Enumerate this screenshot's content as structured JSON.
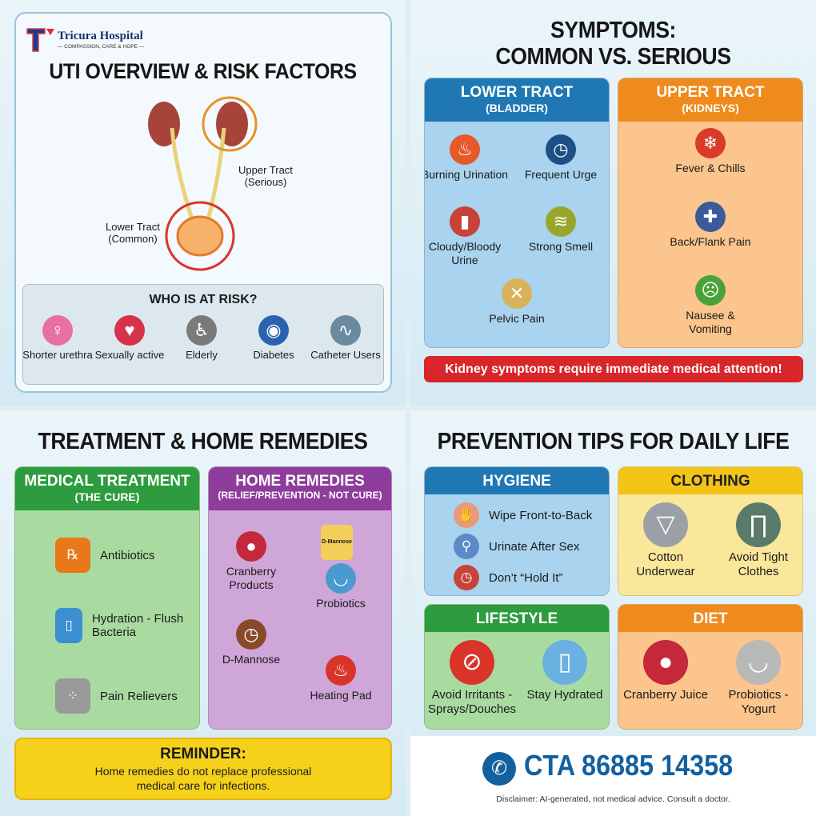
{
  "brand": {
    "name": "Tricura Hospital",
    "tagline": "— COMPASSION, CARE & HOPE —"
  },
  "q1": {
    "title": "UTI OVERVIEW & RISK FACTORS",
    "upper_label": "Upper Tract\n(Serious)",
    "lower_label": "Lower Tract\n(Common)",
    "risk_title": "WHO IS AT RISK?",
    "risks": [
      {
        "label": "Shorter urethra",
        "icon": "female-icon"
      },
      {
        "label": "Sexually active",
        "icon": "couple-heart-icon"
      },
      {
        "label": "Elderly",
        "icon": "elderly-icon"
      },
      {
        "label": "Diabetes",
        "icon": "glucose-meter-icon"
      },
      {
        "label": "Catheter Users",
        "icon": "catheter-icon"
      }
    ]
  },
  "q2": {
    "title": "SYMPTOMS:\nCOMMON VS. SERIOUS",
    "lower": {
      "title": "LOWER TRACT",
      "sub": "(BLADDER)",
      "color": "#1f78b4",
      "items": [
        "Burning Urination",
        "Frequent Urge",
        "Cloudy/Bloody Urine",
        "Strong Smell",
        "Pelvic Pain"
      ]
    },
    "upper": {
      "title": "UPPER TRACT",
      "sub": "(KIDNEYS)",
      "color": "#ef8a1d",
      "items": [
        "Fever & Chills",
        "Back/Flank Pain",
        "Nausee & Vomiting"
      ]
    },
    "alert": "Kidney symptoms require immediate medical attention!"
  },
  "q3": {
    "title": "TREATMENT & HOME REMEDIES",
    "medical": {
      "title": "MEDICAL TREATMENT",
      "sub": "(THE CURE)",
      "items": [
        "Antibiotics",
        "Hydration - Flush Bacteria",
        "Pain Relievers"
      ]
    },
    "home": {
      "title": "HOME REMEDIES",
      "sub": "(RELIEF/PREVENTION - NOT CURE)",
      "items": [
        "Cranberry Products",
        "D-Mannose",
        "Probiotics",
        "Heating Pad"
      ],
      "jar_label": "D-Mannose"
    },
    "reminder_title": "REMINDER:",
    "reminder_text": "Home remedies do not replace professional medical care for infections."
  },
  "q4": {
    "title": "PREVENTION TIPS FOR DAILY LIFE",
    "hygiene": {
      "title": "HYGIENE",
      "items": [
        "Wipe Front-to-Back",
        "Urinate After Sex",
        "Don’t “Hold It”"
      ]
    },
    "clothing": {
      "title": "CLOTHING",
      "items": [
        "Cotton Underwear",
        "Avoid Tight Clothes"
      ]
    },
    "lifestyle": {
      "title": "LIFESTYLE",
      "items": [
        "Avoid Irritants - Sprays/Douches",
        "Stay Hydrated"
      ]
    },
    "diet": {
      "title": "DIET",
      "items": [
        "Cranberry Juice",
        "Probiotics - Yogurt"
      ]
    }
  },
  "cta": {
    "phone": "CTA 86885 14358",
    "disclaimer": "Disclaimer: AI-generated, not medical advice. Consult a doctor."
  }
}
